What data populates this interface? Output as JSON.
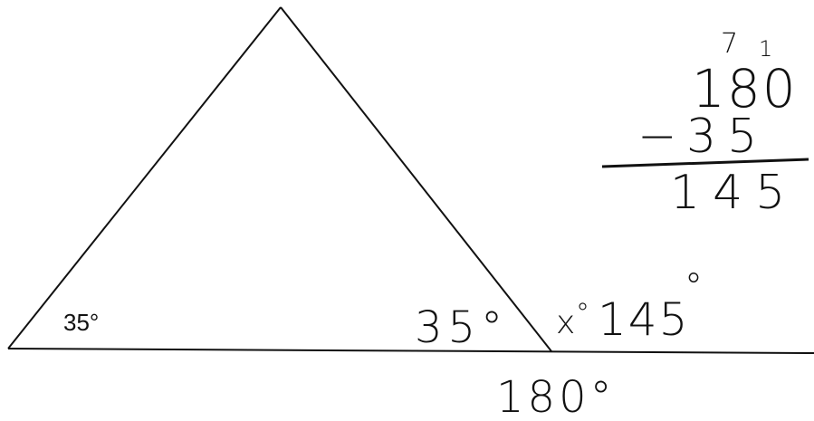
{
  "diagram": {
    "colors": {
      "ink": "#111111",
      "background": "#ffffff"
    },
    "labels": {
      "base_left_angle": "35°",
      "base_right_angle": "35°",
      "exterior_x": "x",
      "exterior_degree_marker": "°",
      "exterior_value": "145",
      "exterior_value_degree": "°",
      "straight_line_sum": "180°"
    },
    "working": {
      "borrow_mark": "7",
      "borrow_tick": "1",
      "minuend": "180",
      "subtrahend": "35",
      "minus_sign": "−",
      "difference": "145"
    }
  }
}
